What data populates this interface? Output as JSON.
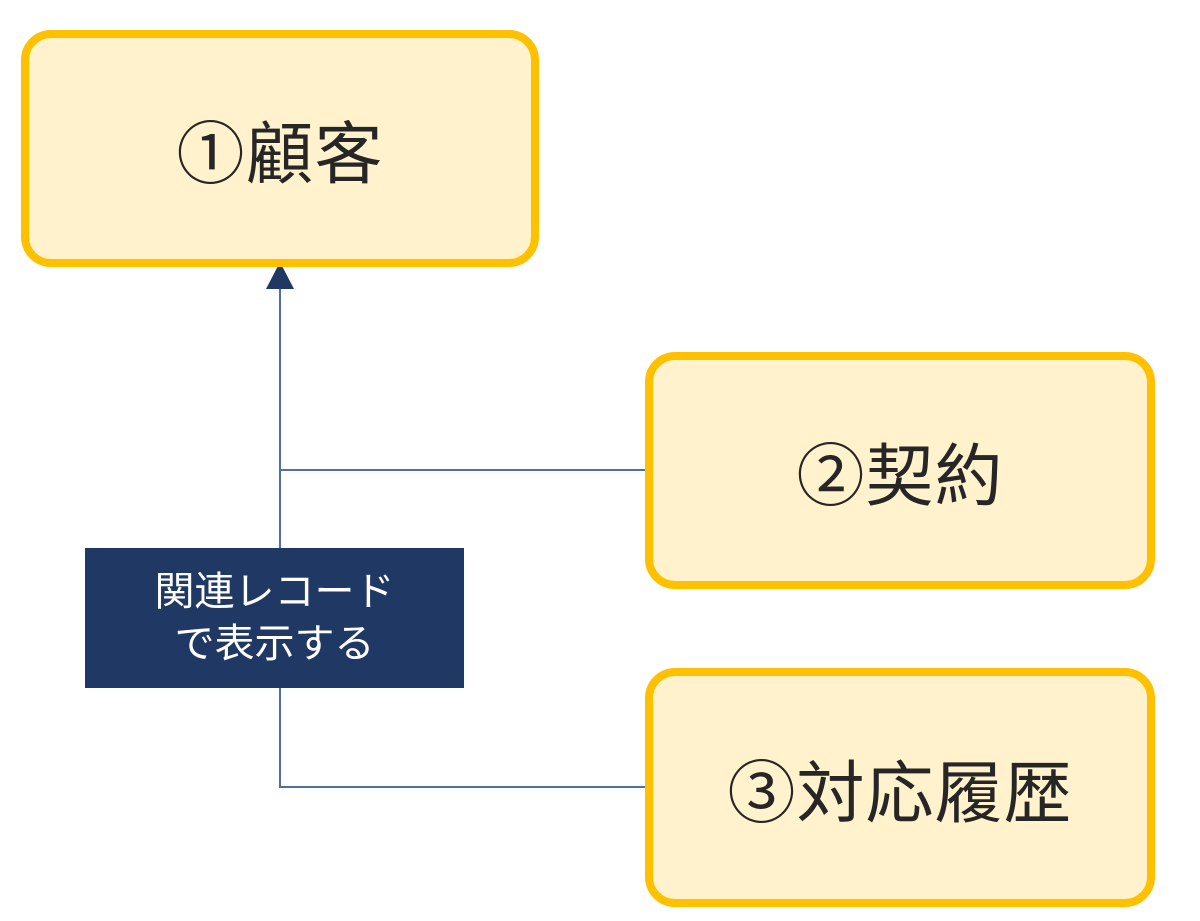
{
  "diagram": {
    "title": "related-records relationship diagram",
    "boxes": [
      {
        "id": "customer",
        "label": "①顧客"
      },
      {
        "id": "contract",
        "label": "②契約"
      },
      {
        "id": "history",
        "label": "③対応履歴"
      }
    ],
    "connector_label": {
      "line1": "関連レコード",
      "line2": "で表示する"
    },
    "connections": [
      {
        "from": "contract",
        "to": "customer",
        "style": "elbow-arrow"
      },
      {
        "from": "history",
        "to": "customer",
        "style": "elbow-arrow"
      }
    ],
    "colors": {
      "box_fill": "#FFF2CC",
      "box_border": "#FFC000",
      "box_text": "#262626",
      "label_bg": "#1F3864",
      "label_text": "#FFFFFF",
      "line": "#51709F",
      "arrow": "#1F3864"
    }
  }
}
